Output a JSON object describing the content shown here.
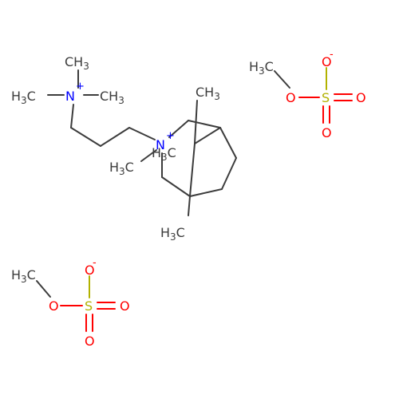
{
  "colors": {
    "carbon": "#3c3c3c",
    "nitrogen": "#0000ff",
    "oxygen": "#ff0000",
    "sulfur": "#b2b200",
    "background": "#ffffff"
  },
  "cation": {
    "quat_ammonium": {
      "element": "N",
      "charge": "+"
    },
    "methyl_top": {
      "main": "CH",
      "sub": "3"
    },
    "methyl_left": {
      "pre": "H",
      "sub": "3",
      "post": "C"
    },
    "methyl_right": {
      "main": "CH",
      "sub": "3"
    },
    "ring_nitrogen": {
      "element": "N",
      "charge": "+"
    },
    "bridge_methyl": {
      "main": "CH",
      "sub": "3"
    },
    "n_methyl_left": {
      "pre": "H",
      "sub": "3",
      "post": "C"
    },
    "n_methyl_right": {
      "pre": "H",
      "sub": "3",
      "post": "C"
    },
    "bottom_methyl": {
      "pre": "H",
      "sub": "3",
      "post": "C"
    }
  },
  "anion_1": {
    "methyl": {
      "pre": "H",
      "sub": "3",
      "post": "C"
    },
    "ester_oxygen": "O",
    "sulfur": "S",
    "oxide_top": {
      "element": "O",
      "charge": "-"
    },
    "oxide_right": "O",
    "oxide_bottom": "O"
  },
  "anion_2": {
    "methyl": {
      "pre": "H",
      "sub": "3",
      "post": "C"
    },
    "ester_oxygen": "O",
    "sulfur": "S",
    "oxide_top": {
      "element": "O",
      "charge": "-"
    },
    "oxide_right": "O",
    "oxide_bottom": "O"
  }
}
